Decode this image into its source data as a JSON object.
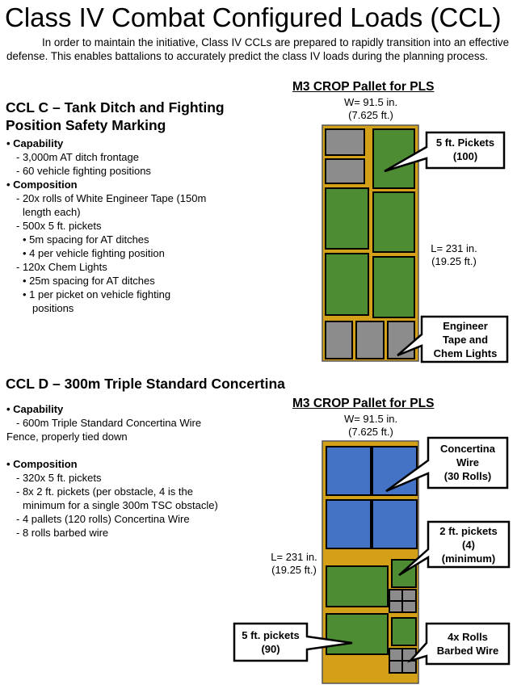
{
  "title": "Class IV Combat Configured Loads (CCL)",
  "intro": "In order to maintain the initiative, Class IV CCLs are prepared to rapidly transition into an effective defense. This enables battalions to accurately predict the class IV loads during the planning process.",
  "ccl_c": {
    "heading_line1": "CCL C – Tank Ditch and Fighting",
    "heading_line2": "Position Safety Marking",
    "lines": [
      "• Capability",
      "- 3,000m AT ditch frontage",
      "- 60 vehicle fighting positions",
      "•  Composition",
      "- 20x rolls of White Engineer Tape (150m",
      "length each)",
      "- 500x 5 ft. pickets",
      "• 5m spacing for AT ditches",
      "• 4 per vehicle fighting position",
      "- 120x Chem Lights",
      "• 25m spacing for AT ditches",
      "• 1 per picket on vehicle fighting",
      "positions"
    ],
    "pallet_title": "M3 CROP Pallet for PLS",
    "width_line1": "W= 91.5 in.",
    "width_line2": "(7.625 ft.)",
    "length_line1": "L= 231 in.",
    "length_line2": "(19.25 ft.)",
    "callout_pickets_line1": "5 ft. Pickets",
    "callout_pickets_line2": "(100)",
    "callout_tape_line1": "Engineer",
    "callout_tape_line2": "Tape and",
    "callout_tape_line3": "Chem Lights"
  },
  "ccl_d": {
    "heading": "CCL D – 300m Triple Standard Concertina",
    "lines": [
      "• Capability",
      "- 600m Triple Standard Concertina Wire",
      "Fence, properly tied down",
      "",
      "•  Composition",
      "- 320x 5 ft. pickets",
      "- 8x 2 ft. pickets (per obstacle, 4 is the",
      "minimum for a single 300m TSC obstacle)",
      "- 4 pallets (120 rolls) Concertina Wire",
      "- 8 rolls barbed wire"
    ],
    "pallet_title": "M3 CROP Pallet for PLS",
    "width_line1": "W= 91.5 in.",
    "width_line2": "(7.625 ft.)",
    "length_line1": "L= 231 in.",
    "length_line2": "(19.25 ft.)",
    "callout_concertina_line1": "Concertina",
    "callout_concertina_line2": "Wire",
    "callout_concertina_line3": "(30 Rolls)",
    "callout_2ft_line1": "2 ft. pickets",
    "callout_2ft_line2": "(4)",
    "callout_2ft_line3": "(minimum)",
    "callout_5ft_line1": "5 ft. pickets",
    "callout_5ft_line2": "(90)",
    "callout_barbed_line1": "4x Rolls",
    "callout_barbed_line2": "Barbed Wire"
  },
  "colors": {
    "pallet": "#D4A017",
    "green": "#4E8C33",
    "gray": "#8C8C8C",
    "blue": "#4472C4"
  }
}
